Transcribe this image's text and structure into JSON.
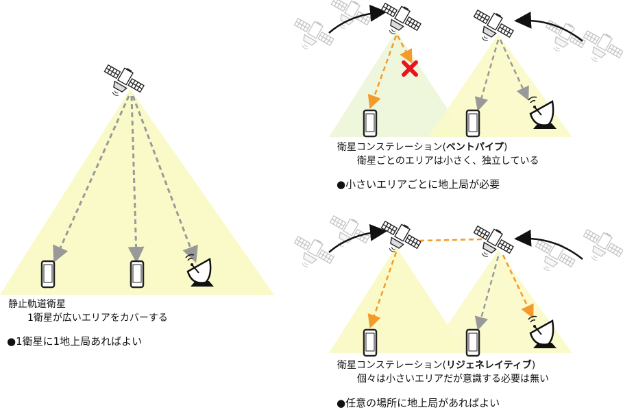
{
  "geo": {
    "title": "静止軌道衛星",
    "desc": "1衛星が広いエリアをカバーする",
    "note": "●1衛星に1地上局あればよい"
  },
  "bentpipe": {
    "title_prefix": "衛星コンステレーション(",
    "title_bold": "ベントパイプ",
    "title_suffix": ")",
    "desc": "衛星ごとのエリアは小さく、独立している",
    "note": "●小さいエリアごとに地上局が必要"
  },
  "regen": {
    "title_prefix": "衛星コンステレーション(",
    "title_bold": "リジェネレイティブ",
    "title_suffix": ")",
    "desc": "個々は小さいエリアだが意識する必要は無い",
    "note": "●任意の場所に地上局があればよい"
  },
  "colors": {
    "coverage_yellow": "#fafac8",
    "coverage_green": "#eef7dc",
    "uplink": "#f39a2b",
    "downlink": "#999999",
    "blocked": "#e8141c"
  }
}
